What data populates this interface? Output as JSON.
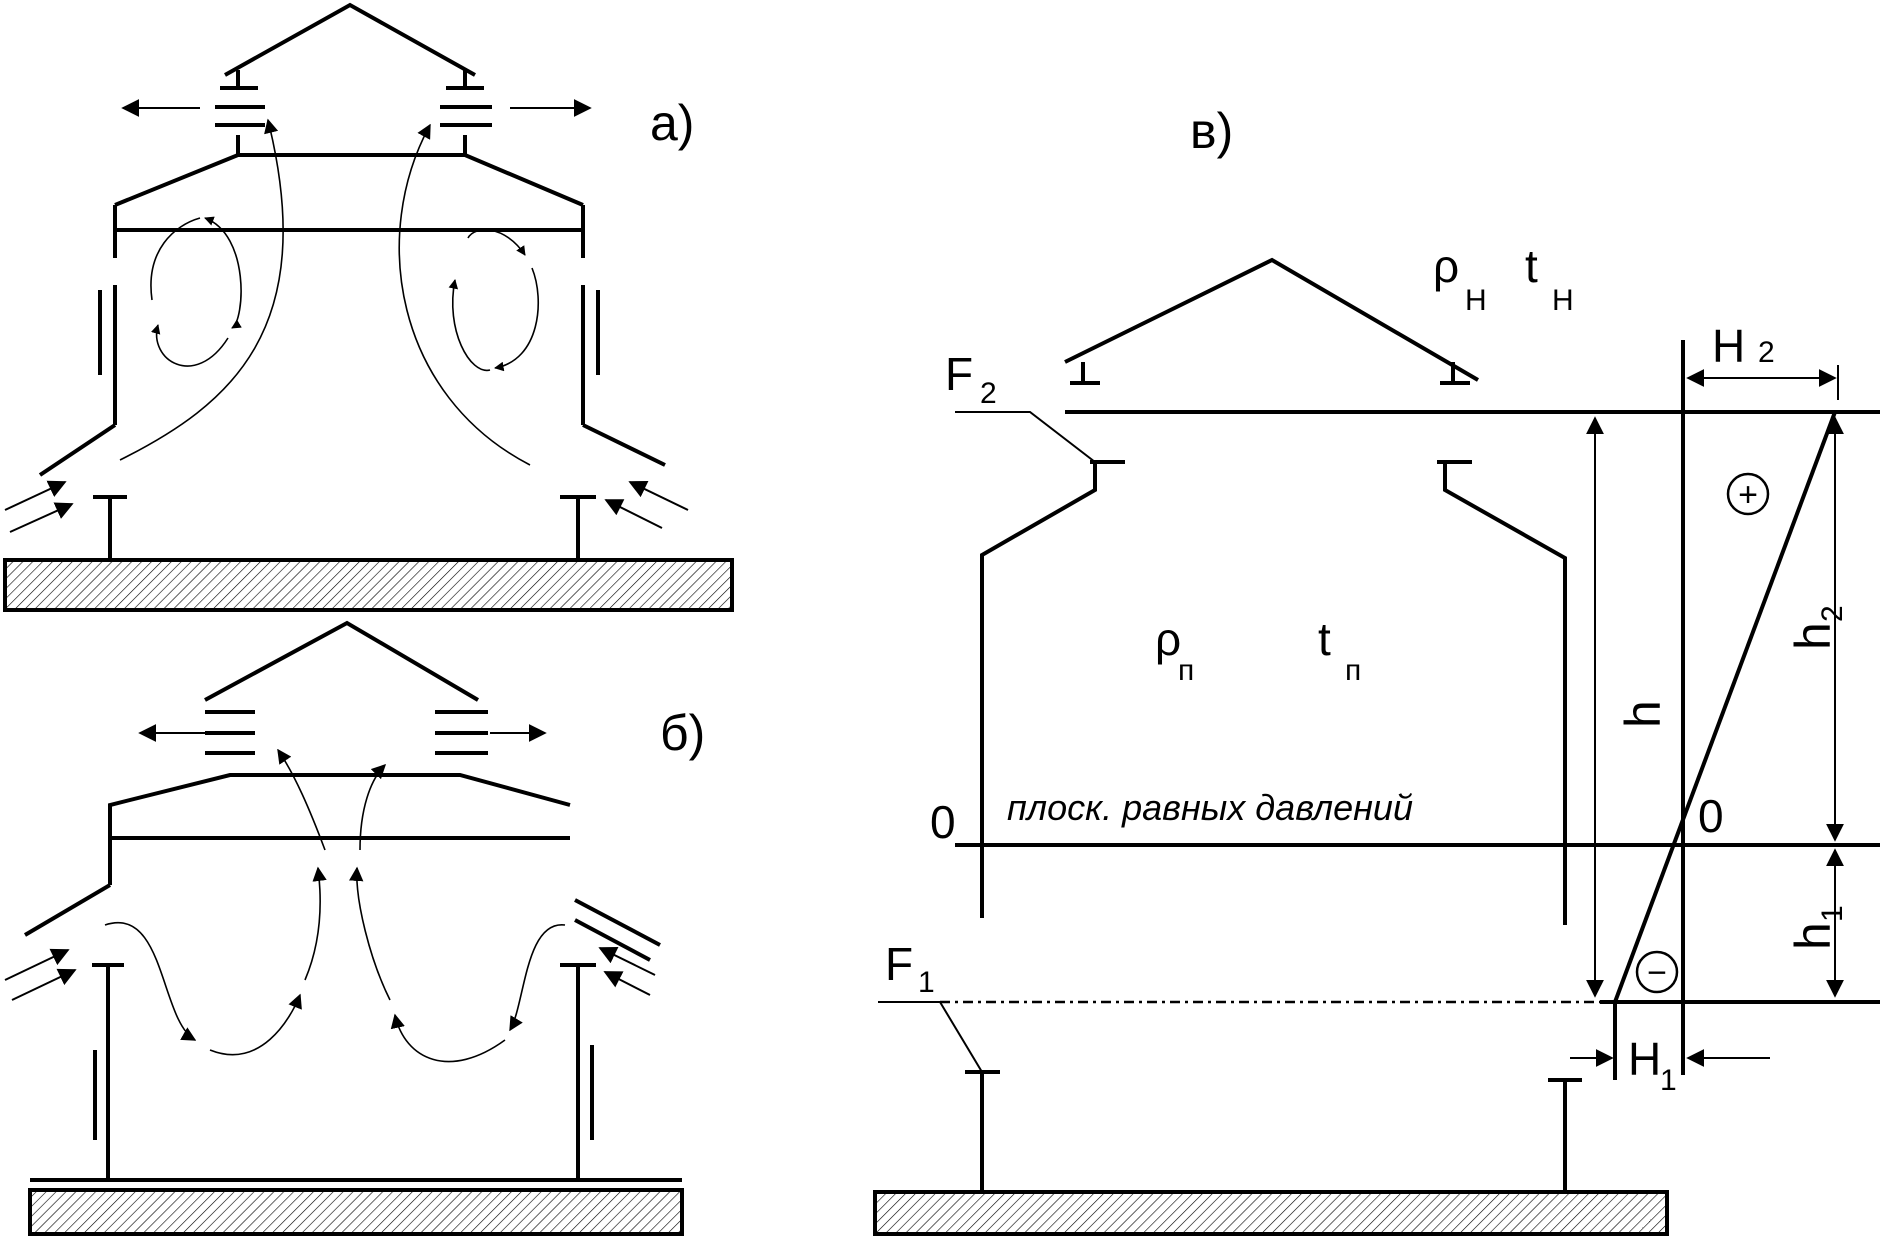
{
  "panels": {
    "a": {
      "label": "а)"
    },
    "b": {
      "label": "б)"
    },
    "v": {
      "label": "в)"
    }
  },
  "labels": {
    "rho_outside": "ρ",
    "rho_outside_sub": "Н",
    "t_outside": "t",
    "t_outside_sub": "Н",
    "rho_inside": "ρ",
    "rho_inside_sub": "п",
    "t_inside": "t",
    "t_inside_sub": "п",
    "F2": "F",
    "F2_sub": "2",
    "F1": "F",
    "F1_sub": "1",
    "H2": "H",
    "H2_sub": "2",
    "H1": "H",
    "H1_sub": "1",
    "h": "h",
    "h2": "h",
    "h2_sub": "2",
    "h1": "h",
    "h1_sub": "1",
    "zero_left": "0",
    "zero_right": "0",
    "plane_label": "плоск. равных давлений",
    "plus_sign": "+",
    "minus_sign": "−"
  },
  "colors": {
    "ink": "#000000",
    "background": "#ffffff",
    "hatch": "#000000"
  }
}
